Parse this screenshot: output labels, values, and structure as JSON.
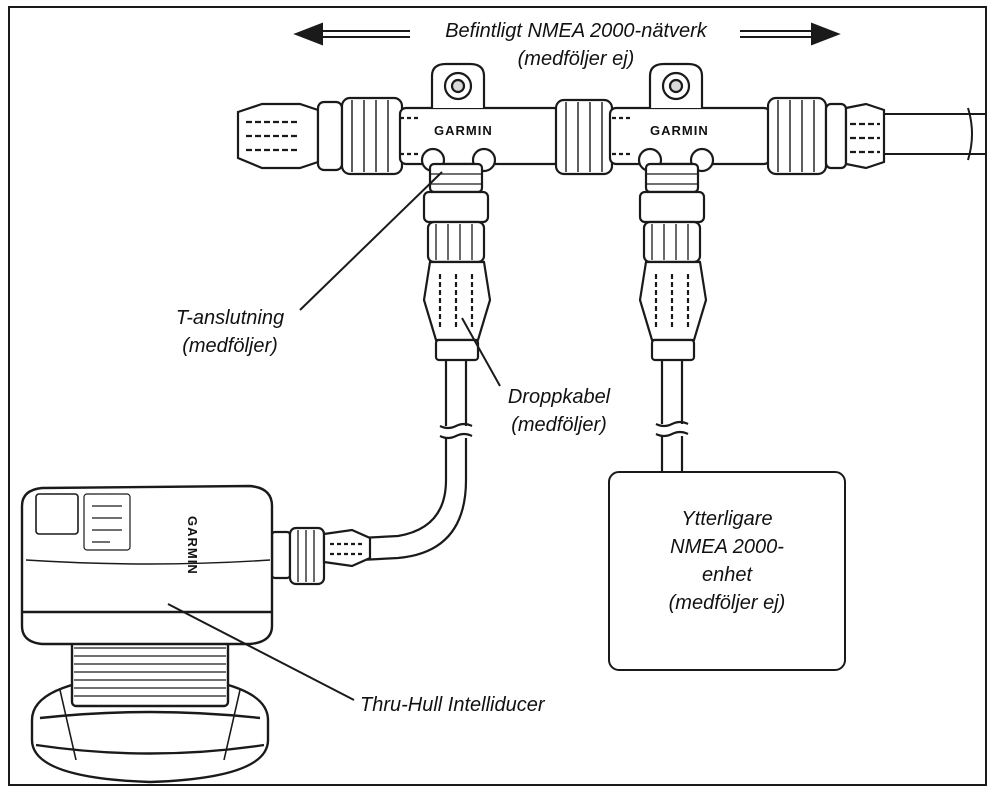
{
  "labels": {
    "network_line1": "Befintligt NMEA 2000-nätverk",
    "network_line2": "(medföljer ej)",
    "tee_line1": "T-anslutning",
    "tee_line2": "(medföljer)",
    "drop_line1": "Droppkabel",
    "drop_line2": "(medföljer)",
    "device_line1": "Ytterligare",
    "device_line2": "NMEA 2000-",
    "device_line3": "enhet",
    "device_line4": "(medföljer ej)",
    "transducer": "Thru-Hull Intelliducer"
  },
  "logos": {
    "tee_left": "GARMIN",
    "tee_right": "GARMIN",
    "device": "GARMIN"
  },
  "colors": {
    "stroke": "#1a1a1a",
    "fill": "#ffffff",
    "shade": "#d9d9d9"
  }
}
